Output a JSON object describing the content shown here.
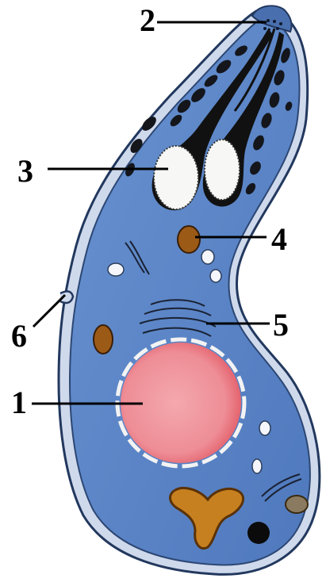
{
  "diagram": {
    "labels": [
      {
        "id": "label-1",
        "text": "1"
      },
      {
        "id": "label-2",
        "text": "2"
      },
      {
        "id": "label-3",
        "text": "3"
      },
      {
        "id": "label-4",
        "text": "4"
      },
      {
        "id": "label-5",
        "text": "5"
      },
      {
        "id": "label-6",
        "text": "6"
      }
    ]
  },
  "colors": {
    "cell_fill": "#5b86c8",
    "cell_border": "#2c4774",
    "nucleus": "#ea8a93",
    "rhoptry": "#111111",
    "granule": "#9c5a17",
    "vacuole": "#f4f6fb"
  }
}
